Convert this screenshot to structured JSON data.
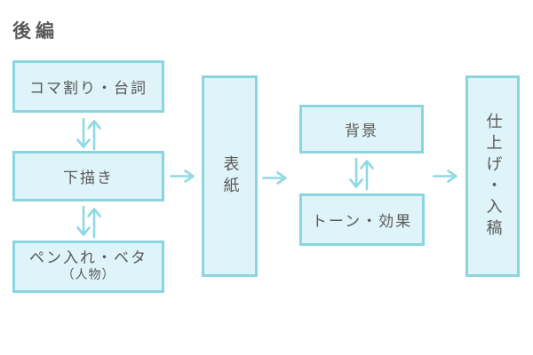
{
  "title": "後編",
  "colors": {
    "box_fill": "#dff4f8",
    "box_border": "#8ad5df",
    "arrow": "#8edae3",
    "text": "#595959",
    "background": "#ffffff"
  },
  "diagram": {
    "left_column": [
      {
        "label": "コマ割り・台詞"
      },
      {
        "label": "下描き"
      },
      {
        "label": "ペン入れ・ベタ",
        "sublabel": "（人物）"
      }
    ],
    "cover": {
      "label": "表紙"
    },
    "right_column": [
      {
        "label": "背景"
      },
      {
        "label": "トーン・効果"
      }
    ],
    "finishing": {
      "label": "仕上げ・入稿"
    },
    "icons": {
      "bidirectional_vertical_arrow": "↓↑",
      "right_arrow": "→"
    }
  }
}
